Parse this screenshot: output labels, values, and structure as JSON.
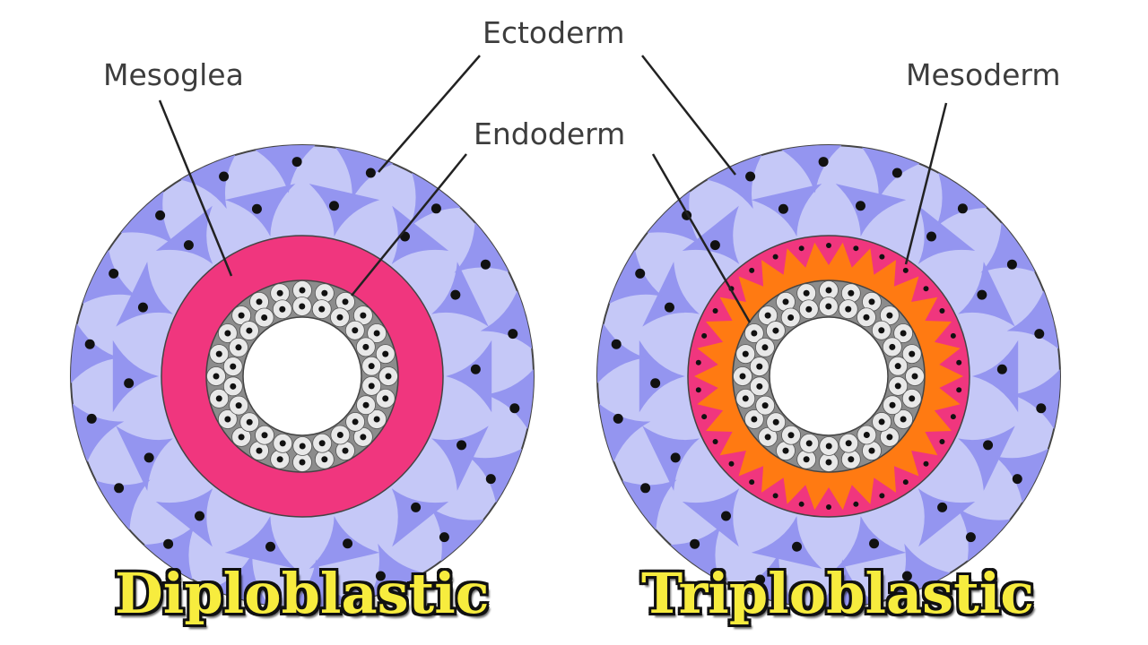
{
  "labels": {
    "ectoderm": "Ectoderm",
    "mesoglea": "Mesoglea",
    "endoderm": "Endoderm",
    "mesoderm": "Mesoderm"
  },
  "titles": {
    "left": "Diploblastic",
    "right": "Triploblastic"
  },
  "colors": {
    "ectoderm_light": "#c5c8f7",
    "ectoderm_cell": "#9495f0",
    "mesoglea": "#f0367e",
    "mesoderm_outer": "#f0367e",
    "mesoderm_inner": "#ff7a12",
    "endoderm_dark": "#8c8c8c",
    "endoderm_light": "#e8e8e8",
    "nucleus": "#111111",
    "title_fill": "#f7ec3e"
  }
}
